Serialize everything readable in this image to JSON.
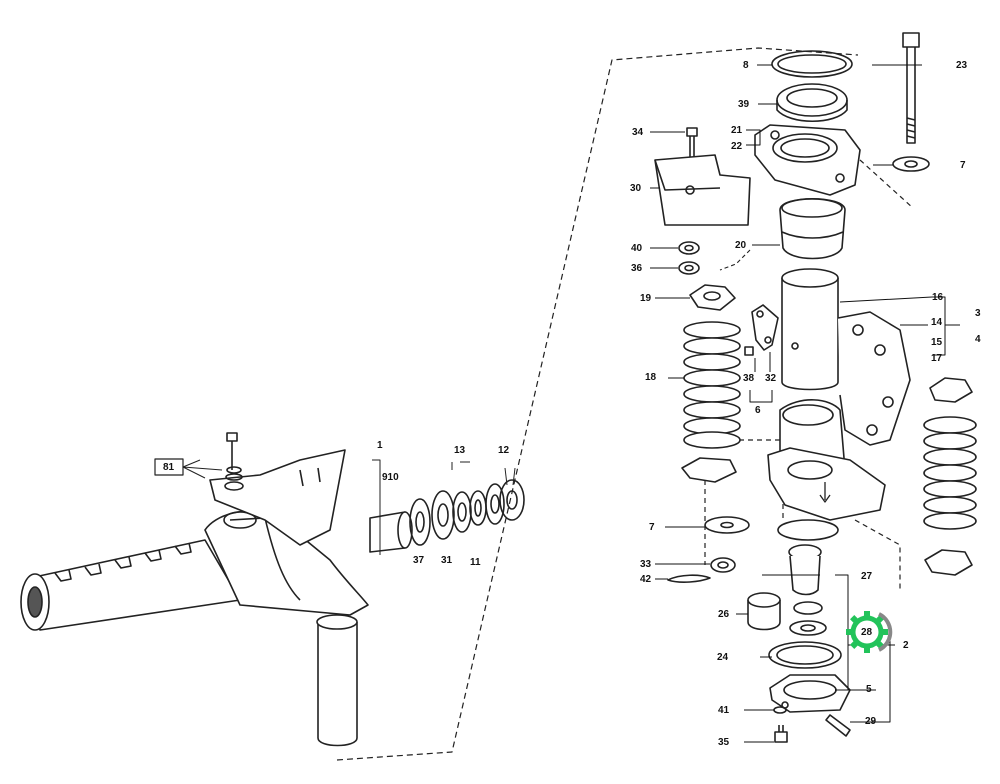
{
  "labels": {
    "p1": "1",
    "p2": "2",
    "p3": "3",
    "p4": "4",
    "p5": "5",
    "p6": "6",
    "p7a": "7",
    "p7b": "7",
    "p8": "8",
    "p910": "910",
    "p11": "11",
    "p12": "12",
    "p13": "13",
    "p14": "14",
    "p15": "15",
    "p16": "16",
    "p17": "17",
    "p18": "18",
    "p19": "19",
    "p20": "20",
    "p21": "21",
    "p22": "22",
    "p23": "23",
    "p24": "24",
    "p26": "26",
    "p27": "27",
    "p28": "28",
    "p29": "29",
    "p30": "30",
    "p31": "31",
    "p32": "32",
    "p33": "33",
    "p34": "34",
    "p35": "35",
    "p36": "36",
    "p37": "37",
    "p38": "38",
    "p39": "39",
    "p40": "40",
    "p41": "41",
    "p42": "42",
    "p81": "81"
  },
  "highlight": {
    "part": "28",
    "color": "#22c35a",
    "icon": "gear-icon"
  }
}
